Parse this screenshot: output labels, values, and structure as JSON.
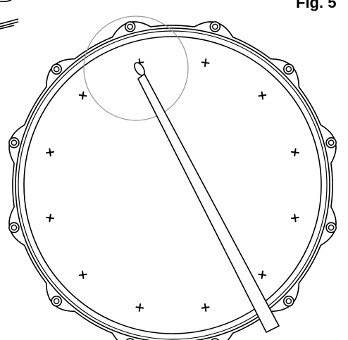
{
  "figure": {
    "label": "Fig. 5",
    "subject": "snare-drum-top-view",
    "colors": {
      "line": "#000000",
      "highlight_circle": "#9a9a9a",
      "background": "#ffffff"
    },
    "lug_count": 12,
    "tuning_mark_count": 12,
    "marker_symbol": "+"
  }
}
